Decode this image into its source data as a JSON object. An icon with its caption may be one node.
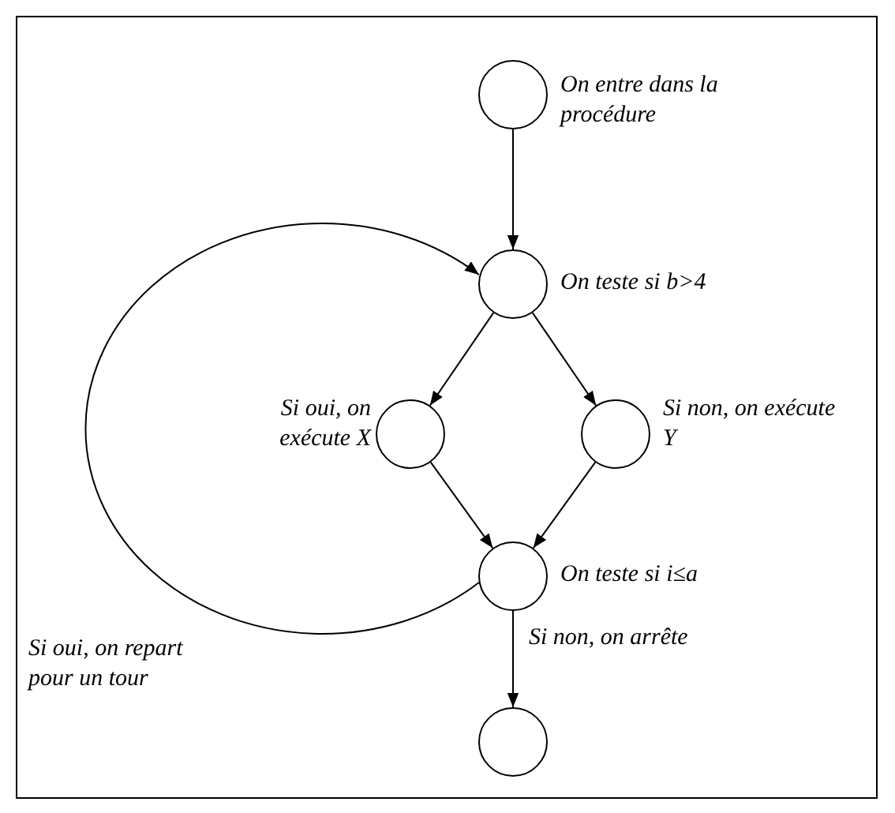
{
  "diagram": {
    "nodes": [
      {
        "text": [],
        "shape": "circle",
        "beside": [
          "On entre dans la procédure"
        ]
      },
      {
        "text": [],
        "shape": "circle",
        "beside": [
          "On teste si b>4"
        ]
      },
      {
        "text": [],
        "shape": "circle",
        "beside": [
          "Si oui, on exécute X"
        ]
      },
      {
        "text": [],
        "shape": "circle",
        "beside": [
          "Si non, on exécute Y"
        ]
      },
      {
        "text": [],
        "shape": "circle",
        "beside": [
          "On teste si i≤a"
        ]
      },
      {
        "text": [],
        "shape": "circle"
      }
    ],
    "edges": [
      {
        "from": 0,
        "to": 1,
        "arrow": "to"
      },
      {
        "from": 1,
        "to": 2,
        "arrow": "to"
      },
      {
        "from": 1,
        "to": 3,
        "arrow": "to"
      },
      {
        "from": 2,
        "to": 4,
        "arrow": "to"
      },
      {
        "from": 3,
        "to": 4,
        "arrow": "to"
      },
      {
        "from": 4,
        "to": 1,
        "arrow": "to",
        "label": "Si oui, on repart pour un tour"
      },
      {
        "from": 4,
        "to": 5,
        "arrow": "to",
        "label": "Si non, on arrête"
      }
    ]
  }
}
